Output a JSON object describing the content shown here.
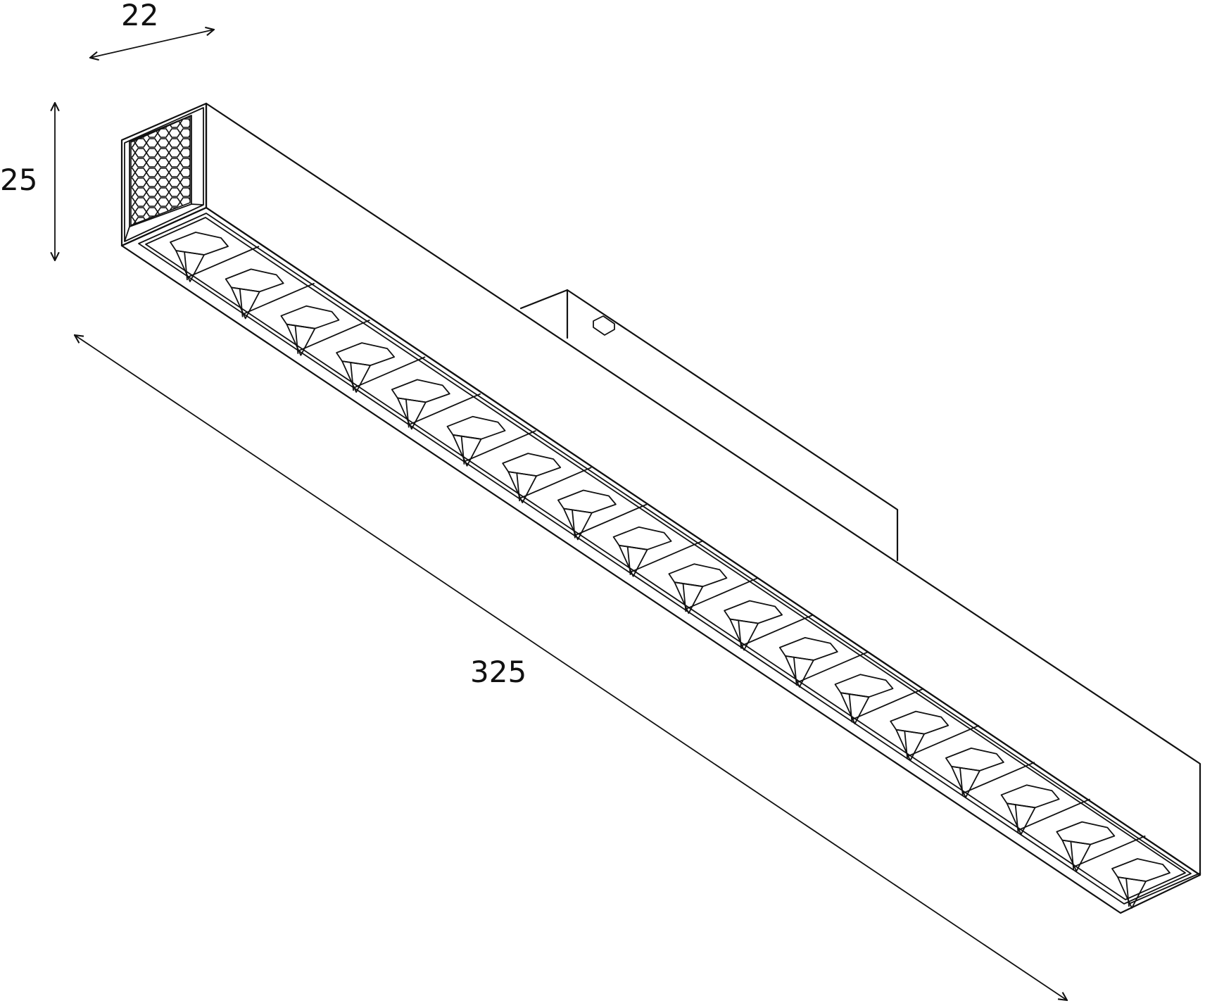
{
  "dimensions": {
    "width_label": "22",
    "height_label": "25",
    "length_label": "325"
  },
  "diagram": {
    "lens_count": 18,
    "line_color": "#111111",
    "background": "#ffffff"
  }
}
